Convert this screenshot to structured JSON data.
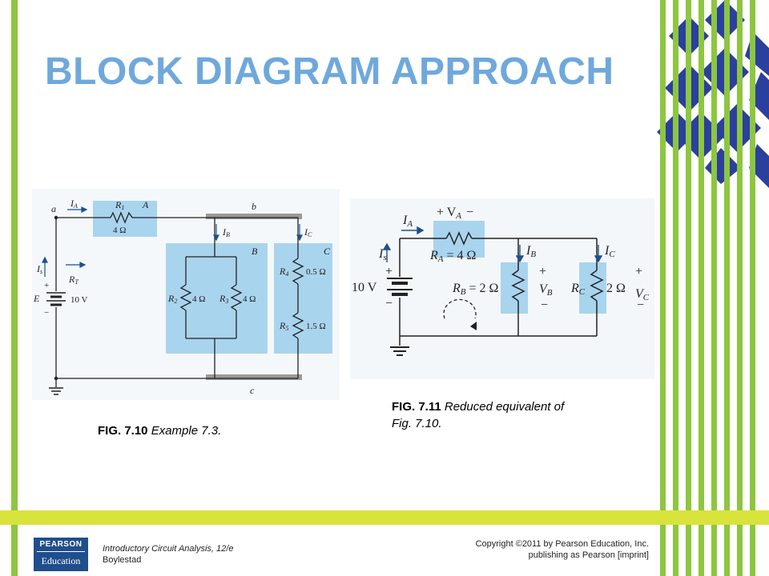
{
  "slide": {
    "title": "BLOCK DIAGRAM APPROACH"
  },
  "fig710": {
    "caption_bold": "FIG. 7.10",
    "caption_italic": "Example 7.3.",
    "labels": {
      "node_a": "a",
      "node_b": "b",
      "node_c": "c",
      "IA": "I",
      "IA_sub": "A",
      "R1": "R",
      "R1_sub": "1",
      "R1_val": "4 Ω",
      "blockA": "A",
      "blockB": "B",
      "blockC": "C",
      "IB": "I",
      "IB_sub": "B",
      "IC": "I",
      "IC_sub": "C",
      "Is": "I",
      "Is_sub": "s",
      "RT": "R",
      "RT_sub": "T",
      "E": "E",
      "E_val": "10 V",
      "plus": "+",
      "minus": "−",
      "R2": "R",
      "R2_sub": "2",
      "R2_val": "4 Ω",
      "R3": "R",
      "R3_sub": "3",
      "R3_val": "4 Ω",
      "R4": "R",
      "R4_sub": "4",
      "R4_val": "0.5 Ω",
      "R5": "R",
      "R5_sub": "5",
      "R5_val": "1.5 Ω"
    }
  },
  "fig711": {
    "caption_bold": "FIG. 7.11",
    "caption_italic_1": "Reduced equivalent of",
    "caption_italic_2": "Fig. 7.10.",
    "labels": {
      "VA": "+  V",
      "VA_sub": "A",
      "VA_minus": "−",
      "IA": "I",
      "IA_sub": "A",
      "Is": "I",
      "Is_sub": "s",
      "RA": "R",
      "RA_sub": "A",
      "RA_val": " =  4 Ω",
      "IB": "I",
      "IB_sub": "B",
      "IC": "I",
      "IC_sub": "C",
      "src_val": "10 V",
      "plus": "+",
      "minus": "−",
      "RB": "R",
      "RB_sub": "B",
      "RB_val": " =  2 Ω",
      "RC": "R",
      "RC_sub": "C",
      "RC_val": "2 Ω",
      "VB": "V",
      "VB_sub": "B",
      "VC": "V",
      "VC_sub": "C"
    }
  },
  "footer": {
    "book_title": "Introductory Circuit Analysis, 12/e",
    "author": "Boylestad",
    "copyright": "Copyright ©2011 by Pearson Education, Inc.",
    "publisher": "publishing as Pearson [imprint]",
    "logo_top": "PEARSON",
    "logo_bottom": "Education"
  },
  "colors": {
    "title": "#6fa8dc",
    "stripe_green": "#8dc63f",
    "diamond_blue": "#2b3f9e",
    "band_yellow": "#d8e33c",
    "highlight_blue": "#a9d4ee",
    "logo_blue": "#1f4e8c"
  }
}
